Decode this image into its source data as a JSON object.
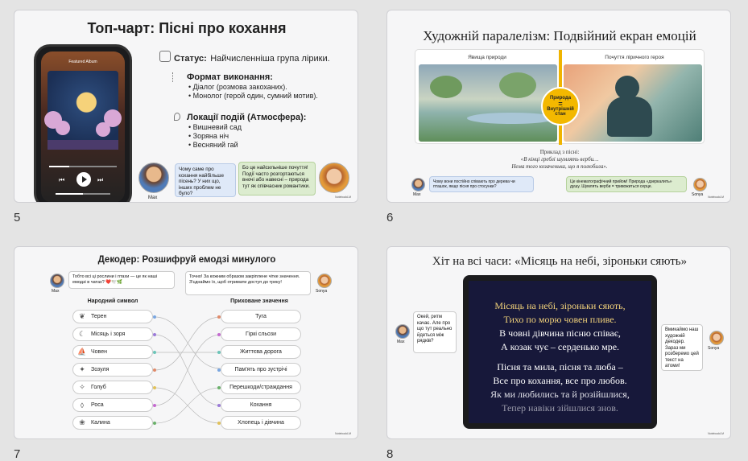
{
  "slides": [
    {
      "number": "5",
      "title": "Топ-чарт: Пісні про кохання",
      "phone_header": "Featured Album",
      "status_label": "Статус:",
      "status_text": "Найчисленніша група лірики.",
      "format_head": "Формат виконання:",
      "format_items": [
        "Діалог (розмова закоханих).",
        "Монолог (герой один, сумний мотив)."
      ],
      "locations_head": "Локації подій (Атмосфера):",
      "location_items": [
        "Вишневий сад",
        "Зоряна ніч",
        "Весняний гай"
      ],
      "left_bubble": "Чому саме про кохання найбільше пісень? У них що, інших проблем не було?",
      "left_name": "Max",
      "right_bubble": "Бо це найсильніше почуття! Події часто розгортаються вночі або навесні – природа тут як співчасник романтики."
    },
    {
      "number": "6",
      "title": "Художній паралелізм: Подвійний екран емоцій",
      "left_panel_label": "Явища природи",
      "right_panel_label": "Почуття ліричного героя",
      "badge_top": "Природа",
      "badge_eq": "=",
      "badge_bottom": "Внутрішній стан",
      "example_head": "Приклад з пісні:",
      "example_line1": "«В кінці греблі шумлять верби…",
      "example_line2": "Нема того козаченька, що я полюбила».",
      "left_bubble": "Чому вони постійно співають про дерева чи пташок, якщо пісня про стосунки?",
      "left_name": "Max",
      "right_bubble": "Це кінематографічний прийом! Природа «дзеркалить» душу. Шумлять верби = тривожиться серце.",
      "right_name": "Sonya"
    },
    {
      "number": "7",
      "title": "Декодер: Розшифруй емодзі минулого",
      "left_bubble": "Тобто всі ці рослини і птахи — це як наші емодзі в чатах? ❤️🕊️🌿",
      "left_name": "Max",
      "right_bubble": "Точно! За кожним образом закріплене чітке значення. З'єднаймо їх, щоб отримати доступ до треку!",
      "right_name": "Sonya",
      "left_col_head": "Народний символ",
      "right_col_head": "Приховане значення",
      "symbols": [
        "Терен",
        "Місяць і зоря",
        "Човен",
        "Зозуля",
        "Голуб",
        "Роса",
        "Калина"
      ],
      "meanings": [
        "Туга",
        "Гіркі сльози",
        "Життєва дорога",
        "Пам'ять про зустрічі",
        "Перешкоди/страждання",
        "Кохання",
        "Хлопець і дівчина"
      ],
      "dot_colors": [
        "#7aa6e0",
        "#9b7ad8",
        "#6cc4b8",
        "#e08a6a",
        "#e0c15a",
        "#c46ad0",
        "#6ab06a"
      ]
    },
    {
      "number": "8",
      "title": "Хіт на всі часи: «Місяць на небі, зіроньки сяють»",
      "lyrics": [
        "Місяць на небі, зіроньки сяють,",
        "Тихо по морю човен пливе.",
        "В човні дівчина пісню співає,",
        "А козак чує – серденько мре.",
        "Пісня та мила, пісня та люба –",
        "Все про кохання, все про любов.",
        "Як ми любились та й розійшлися,",
        "Тепер навіки зійшлися знов."
      ],
      "lyric_colors": [
        "#f2d27a",
        "#f2d27a",
        "#ffffff",
        "#ffffff",
        "#ffffff",
        "#ffffff",
        "#e2e2ea",
        "#9a9aaa"
      ],
      "left_bubble": "Окей, ритм качає. Але про що тут реально йдеться між рядків?",
      "left_name": "Max",
      "right_bubble": "Вмикаймо наш художній декодер. Зараз ми розберемо цей текст на атоми!",
      "right_name": "Sonya"
    }
  ]
}
